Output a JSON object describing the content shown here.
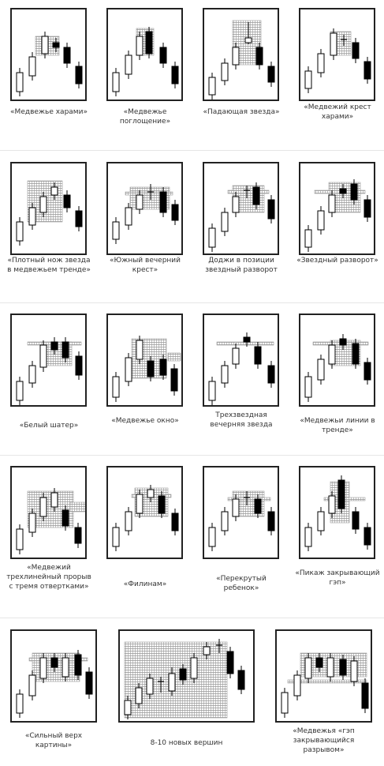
{
  "colors": {
    "frame": "#222222",
    "body_black": "#000000",
    "body_white": "#ffffff",
    "hatch": "#9a9a9a",
    "caption": "#333333"
  },
  "patterns": [
    {
      "caption": "«Медвежье харами»"
    },
    {
      "caption": "«Медвежье поглощение»"
    },
    {
      "caption": "«Падающая звезда»"
    },
    {
      "caption": "«Медвежий крест харами»"
    },
    {
      "caption": "«Плотный нож звезда в медвежьем тренде»"
    },
    {
      "caption": "«Южный вечерний крест»"
    },
    {
      "caption": "Доджи в позиции звездный разворот"
    },
    {
      "caption": "«Звездный разворот»"
    },
    {
      "caption": "«Белый шатер»"
    },
    {
      "caption": "«Медвежье окно»"
    },
    {
      "caption": "Трехзвездная вечерняя звезда"
    },
    {
      "caption": "«Медвежьи линии в тренде»"
    },
    {
      "caption": "«Медвежий трехлинейный прорыв с тремя отвертками»"
    },
    {
      "caption": "«Филинам»"
    },
    {
      "caption": "«Перекрутый ребенок»"
    },
    {
      "caption": "«Пикаж закрывающий гэп»"
    },
    {
      "caption": "«Сильный верх картины»"
    },
    {
      "caption": "8-10 новых вершин"
    },
    {
      "caption": "«Медвежья «гэп закрывающийся разрывом»"
    }
  ]
}
